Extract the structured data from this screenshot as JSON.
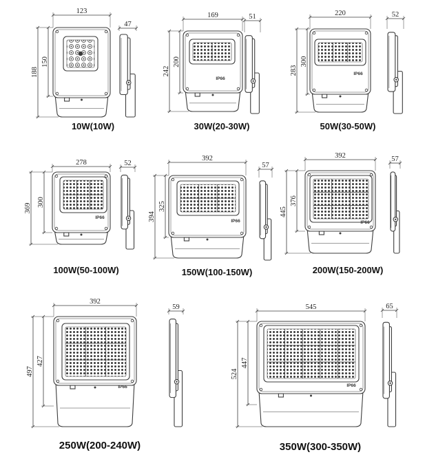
{
  "colors": {
    "line": "#3c3c3c",
    "background": "#ffffff"
  },
  "products": [
    {
      "caption": "10W(10W)",
      "width": "123",
      "depth": "47",
      "height_total": "188",
      "height_body": "150"
    },
    {
      "caption": "30W(20-30W)",
      "width": "169",
      "depth": "51",
      "height_total": "242",
      "height_body": "200",
      "ip_label": "IP66"
    },
    {
      "caption": "50W(30-50W)",
      "width": "220",
      "depth": "52",
      "height_total": "283",
      "height_body": "300",
      "ip_label": "IP66"
    },
    {
      "caption": "100W(50-100W)",
      "width": "278",
      "depth": "52",
      "height_total": "369",
      "height_body": "300",
      "ip_label": "IP66"
    },
    {
      "caption": "150W(100-150W)",
      "width": "392",
      "depth": "57",
      "height_total": "394",
      "height_body": "325",
      "ip_label": "IP66"
    },
    {
      "caption": "200W(150-200W)",
      "width": "392",
      "depth": "57",
      "height_total": "445",
      "height_body": "376",
      "ip_label": "IP66"
    },
    {
      "caption": "250W(200-240W)",
      "width": "392",
      "depth": "59",
      "height_total": "497",
      "height_body": "427",
      "ip_label": "IP66"
    },
    {
      "caption": "350W(300-350W)",
      "width": "545",
      "depth": "65",
      "height_total": "524",
      "height_body": "447",
      "ip_label": "IP66"
    }
  ]
}
